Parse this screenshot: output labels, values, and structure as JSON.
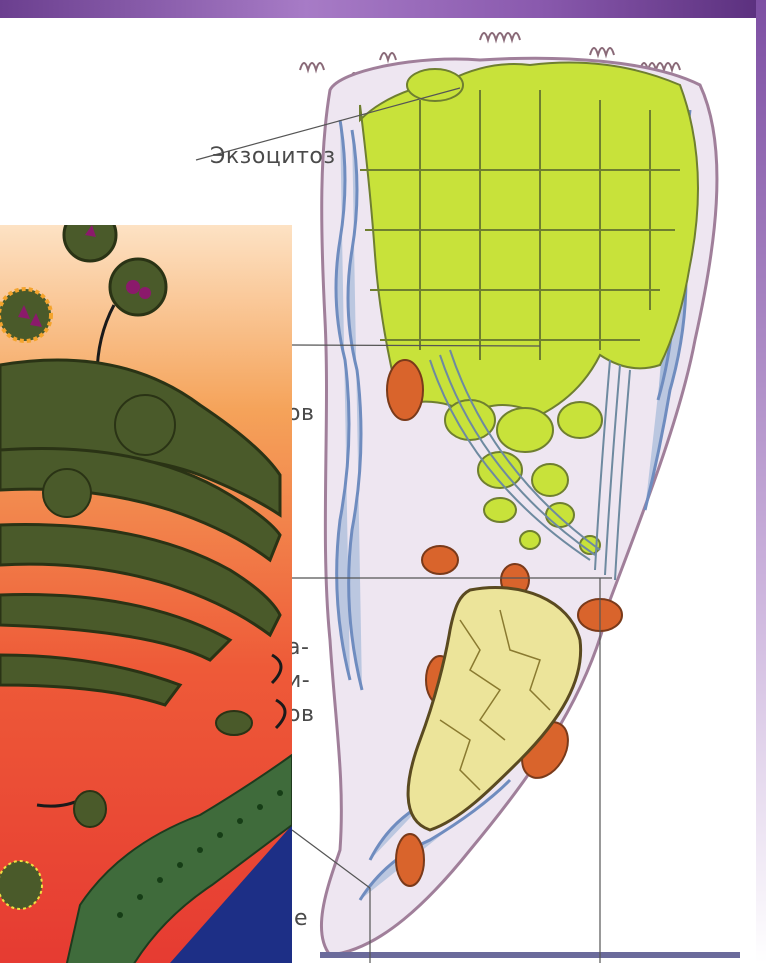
{
  "labels": {
    "exocytosis": "Экзоцитоз",
    "fragment_ov_1": "ов",
    "fragment_a": "а-",
    "fragment_i": "и-",
    "fragment_ov_2": "ов",
    "fragment_e": "е"
  },
  "colors": {
    "granule_green": "#c8e23a",
    "mitochondria_orange": "#d9642c",
    "nucleus_yellow": "#ece49a",
    "cytoplasm_lavender": "#eee6f1",
    "er_blue": "#9ab3d6",
    "golgi_olive": "#4a5a2a",
    "panel_red": "#e63b32",
    "panel_orange": "#f5a35a",
    "nucleus_blue": "#1d2f86",
    "er_green": "#3f6b3b"
  }
}
